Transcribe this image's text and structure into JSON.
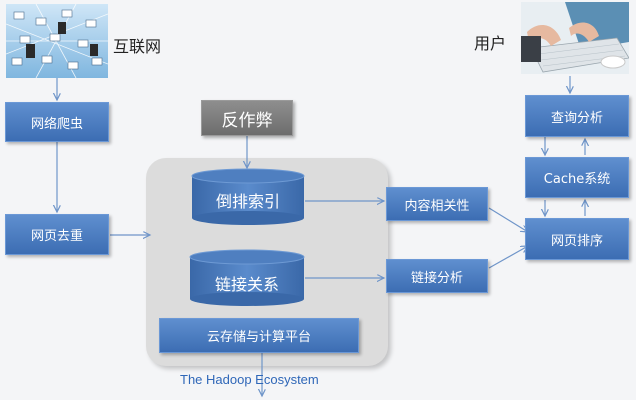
{
  "nodes": {
    "internet": "互联网",
    "user": "用户",
    "crawler": "网络爬虫",
    "dedup": "网页去重",
    "anti_spam": "反作弊",
    "inverted_index": "倒排索引",
    "link_relation": "链接关系",
    "cloud_platform": "云存储与计算平台",
    "content_relevance": "内容相关性",
    "link_analysis": "链接分析",
    "query_analysis": "查询分析",
    "cache": "Cache系统",
    "page_rank": "网页排序"
  },
  "caption": "The Hadoop Ecosystem",
  "colors": {
    "box_blue": "#4a7dc2",
    "box_gray": "#7a7a7a",
    "caption_blue": "#2f67b8",
    "ecosystem_bg": "#dcdcdc"
  },
  "icons": [
    "network-icon",
    "typing-hands-icon"
  ]
}
